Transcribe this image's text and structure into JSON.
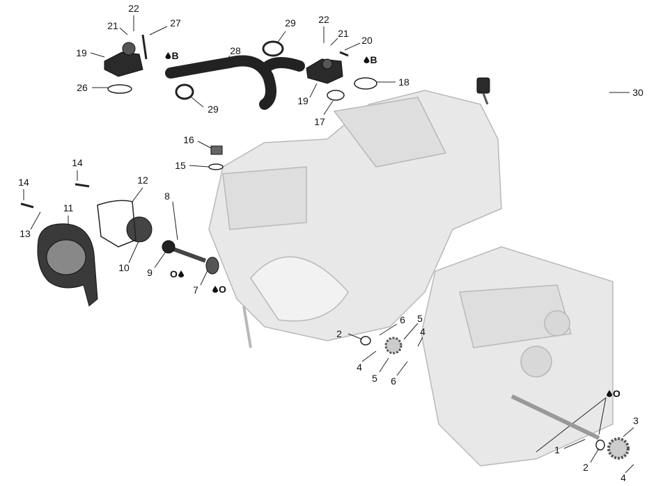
{
  "diagram": {
    "callouts": [
      "22",
      "21",
      "27",
      "19",
      "26",
      "28",
      "29",
      "29",
      "22",
      "21",
      "20",
      "19",
      "17",
      "18",
      "30",
      "16",
      "15",
      "14",
      "14",
      "12",
      "11",
      "13",
      "8",
      "10",
      "9",
      "7",
      "6",
      "5",
      "4",
      "2",
      "4",
      "5",
      "6",
      "1",
      "2",
      "3",
      "4"
    ],
    "lubricants": {
      "grease_b": "B",
      "oil_o": "O"
    }
  }
}
